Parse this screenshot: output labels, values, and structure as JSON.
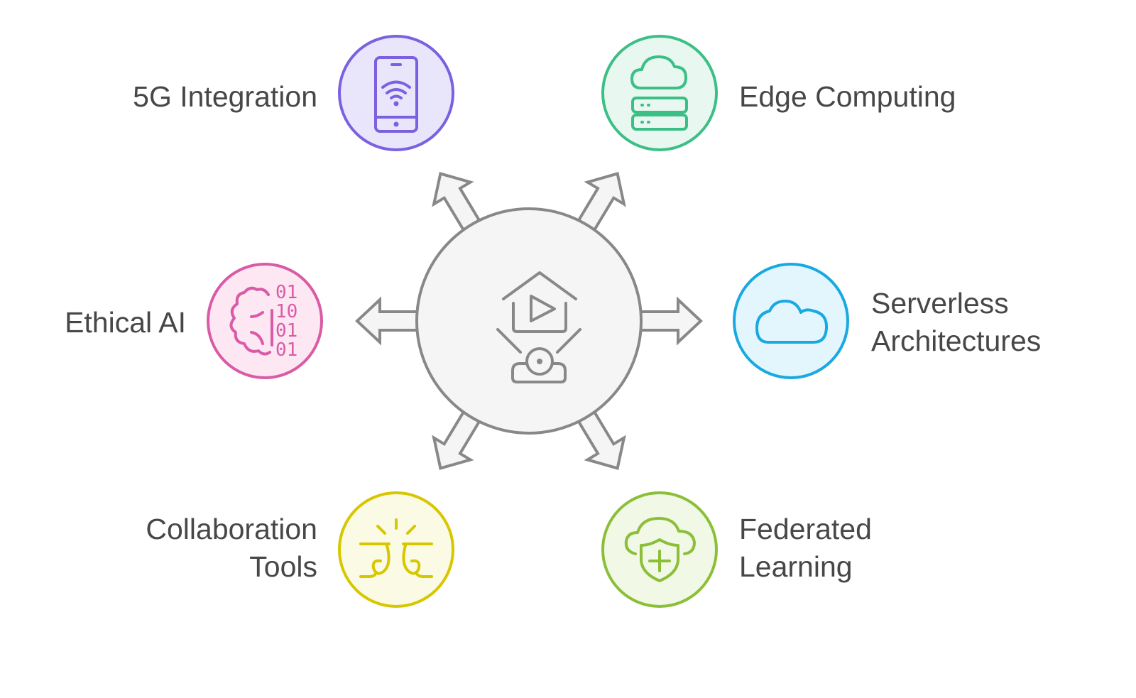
{
  "title": "Hub diagram of emerging technology topics",
  "center": {
    "icon": "home-video-icon"
  },
  "nodes": [
    {
      "id": "5g",
      "lines": [
        "5G Integration"
      ],
      "icon": "smartphone-wifi-icon",
      "stroke": "#7b61e0",
      "fill": "#e9e6fc"
    },
    {
      "id": "edge",
      "lines": [
        "Edge Computing"
      ],
      "icon": "cloud-server-icon",
      "stroke": "#3cbf86",
      "fill": "#e8f8f0"
    },
    {
      "id": "serverless",
      "lines": [
        "Serverless",
        "Architectures"
      ],
      "icon": "cloud-icon",
      "stroke": "#19a9e1",
      "fill": "#e3f6fd"
    },
    {
      "id": "ethical",
      "lines": [
        "Ethical AI"
      ],
      "icon": "brain-binary-icon",
      "stroke": "#d95ba6",
      "fill": "#fce7f3"
    },
    {
      "id": "collab",
      "lines": [
        "Collaboration",
        "Tools"
      ],
      "icon": "heads-idea-icon",
      "stroke": "#d6c700",
      "fill": "#fbfae4"
    },
    {
      "id": "federated",
      "lines": [
        "Federated",
        "Learning"
      ],
      "icon": "cloud-shield-icon",
      "stroke": "#8bbf38",
      "fill": "#f1f8e6"
    }
  ]
}
